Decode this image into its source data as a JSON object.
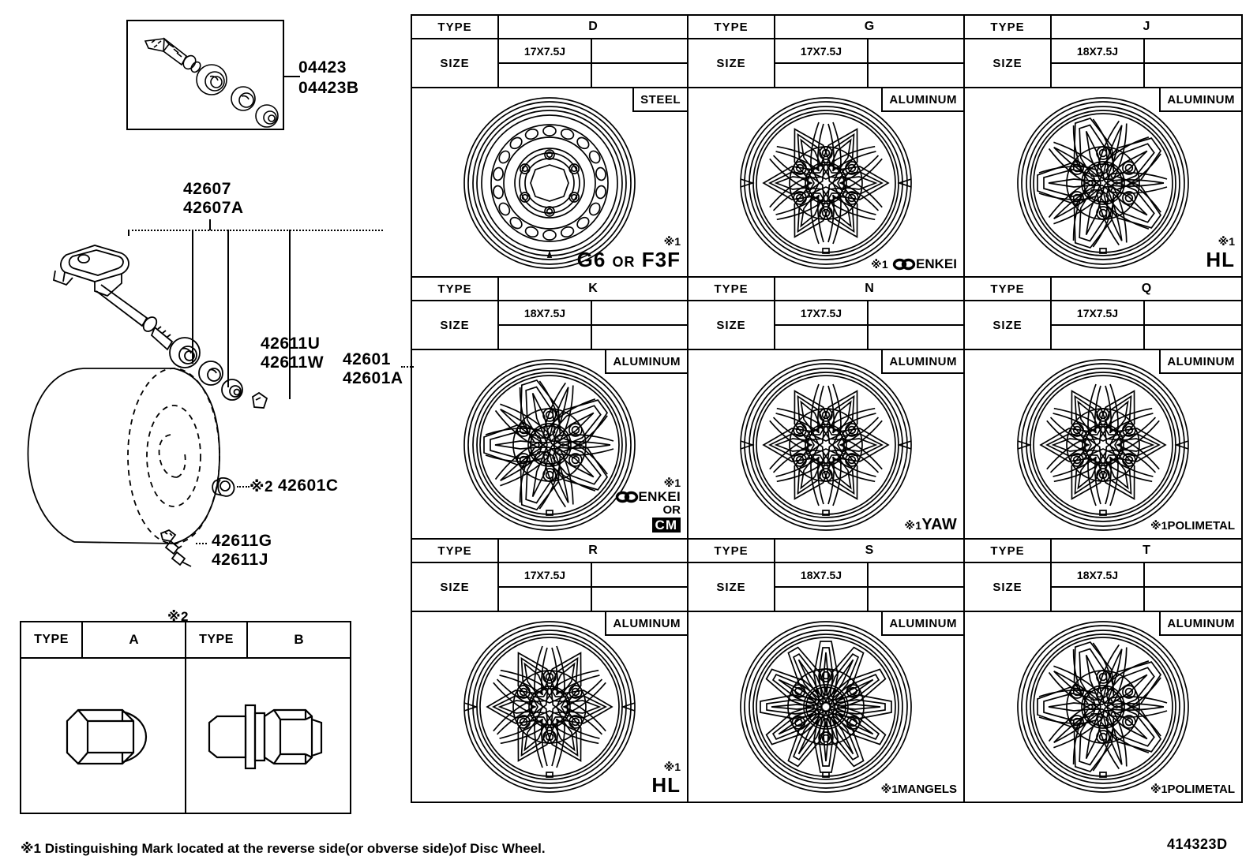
{
  "footnote": "※1 Distinguishing Mark located at the reverse side(or obverse side)of Disc Wheel.",
  "drawing_number": "414323D",
  "left_panel": {
    "valve_kit": {
      "labels": [
        "04423",
        "04423B"
      ]
    },
    "tpms_sensor": {
      "labels": [
        "42607",
        "42607A"
      ]
    },
    "valve_parts": {
      "labels": [
        "42611U",
        "42611W"
      ]
    },
    "disc_wheel": {
      "labels": [
        "42601",
        "42601A"
      ]
    },
    "balance_weight": {
      "mark": "※2",
      "label": "42601C"
    },
    "valve_small": {
      "labels": [
        "42611G",
        "42611J"
      ]
    }
  },
  "nut_table": {
    "mark": "※2",
    "columns": [
      {
        "type_label": "TYPE",
        "type_value": "A",
        "icon": "closed-lug-nut-icon"
      },
      {
        "type_label": "TYPE",
        "type_value": "B",
        "icon": "flanged-lug-nut-icon"
      }
    ]
  },
  "wheel_grid": {
    "type_label": "TYPE",
    "size_label": "SIZE",
    "cells": [
      {
        "type": "D",
        "size": "17X7.5J",
        "material": "STEEL",
        "mark_note": "※1",
        "mark_text": "G6 OR F3F",
        "mark_style": "g6f3f",
        "wheel_style": "steel"
      },
      {
        "type": "G",
        "size": "17X7.5J",
        "material": "ALUMINUM",
        "mark_note": "※1",
        "mark_text": "ENKEI",
        "mark_style": "enkei",
        "wheel_style": "six-spoke-triangle"
      },
      {
        "type": "J",
        "size": "18X7.5J",
        "material": "ALUMINUM",
        "mark_note": "※1",
        "mark_text": "HL",
        "mark_style": "big",
        "wheel_style": "ten-spoke-split"
      },
      {
        "type": "K",
        "size": "18X7.5J",
        "material": "ALUMINUM",
        "mark_note": "※1",
        "mark_text": "ENKEI",
        "mark_or": "OR",
        "mark_text2": "CM",
        "mark_style": "enkei-or-cm",
        "wheel_style": "ten-spoke-split"
      },
      {
        "type": "N",
        "size": "17X7.5J",
        "material": "ALUMINUM",
        "mark_note": "※1",
        "mark_text": "YAW",
        "mark_style": "med",
        "wheel_style": "six-spoke-triangle"
      },
      {
        "type": "Q",
        "size": "17X7.5J",
        "material": "ALUMINUM",
        "mark_note": "※1",
        "mark_text": "POLIMETAL",
        "mark_style": "small",
        "wheel_style": "six-spoke-triangle"
      },
      {
        "type": "R",
        "size": "17X7.5J",
        "material": "ALUMINUM",
        "mark_note": "※1",
        "mark_text": "HL",
        "mark_style": "big",
        "wheel_style": "six-spoke-triangle"
      },
      {
        "type": "S",
        "size": "18X7.5J",
        "material": "ALUMINUM",
        "mark_note": "※1",
        "mark_text": "MANGELS",
        "mark_style": "small",
        "wheel_style": "twelve-spoke"
      },
      {
        "type": "T",
        "size": "18X7.5J",
        "material": "ALUMINUM",
        "mark_note": "※1",
        "mark_text": "POLIMETAL",
        "mark_style": "small",
        "wheel_style": "ten-spoke-split"
      }
    ]
  }
}
